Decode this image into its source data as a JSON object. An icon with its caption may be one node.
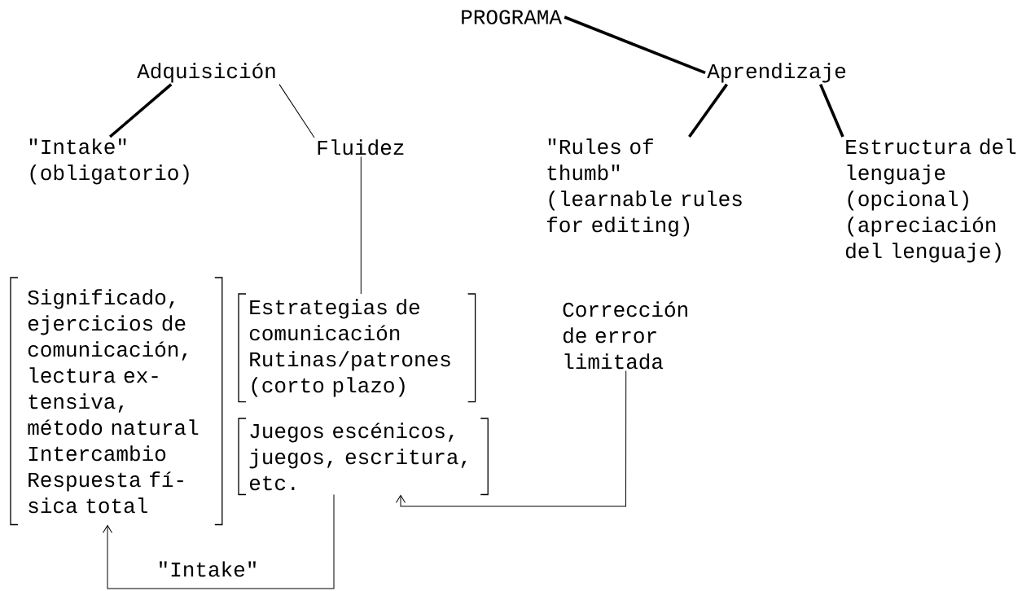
{
  "diagram": {
    "nodes": [
      {
        "text": [
          "PROGRAMA"
        ]
      },
      {
        "text": [
          "Adquisición"
        ]
      },
      {
        "text": [
          "Aprendizaje"
        ]
      },
      {
        "text": [
          "\"Intake\" (obligatorio)"
        ]
      },
      {
        "text": [
          "Fluidez"
        ]
      },
      {
        "text": [
          "\"Rules of thumb\"",
          "(learnable rules for editing)"
        ]
      },
      {
        "text": [
          "Estructura del lenguaje",
          "(opcional)",
          "(apreciación del lenguaje)"
        ]
      },
      {
        "text": [
          "Significado, ejercicios de comunicación, lectura ex- tensiva, método natural Intercambio Respuesta fí- sica total"
        ]
      },
      {
        "text": [
          "Estrategias de comunicación",
          "Rutinas/patrones (corto plazo)"
        ]
      },
      {
        "text": [
          "Juegos escénicos, juegos, escritura, etc."
        ]
      },
      {
        "text": [
          "Corrección de error limitada"
        ]
      }
    ],
    "edges": [
      {
        "from": 0,
        "to": 2,
        "arrow": "none",
        "style": "thick"
      },
      {
        "from": 1,
        "to": 3,
        "arrow": "none",
        "style": "thick"
      },
      {
        "from": 1,
        "to": 4,
        "arrow": "none"
      },
      {
        "from": 2,
        "to": 5,
        "arrow": "none",
        "style": "thick"
      },
      {
        "from": 2,
        "to": 6,
        "arrow": "none",
        "style": "thick"
      },
      {
        "from": 4,
        "to": 8,
        "arrow": "none"
      },
      {
        "from": 10,
        "to": 9,
        "arrow": "to"
      },
      {
        "from": 9,
        "to": 7,
        "arrow": "to",
        "label": "\"Intake\""
      }
    ]
  }
}
